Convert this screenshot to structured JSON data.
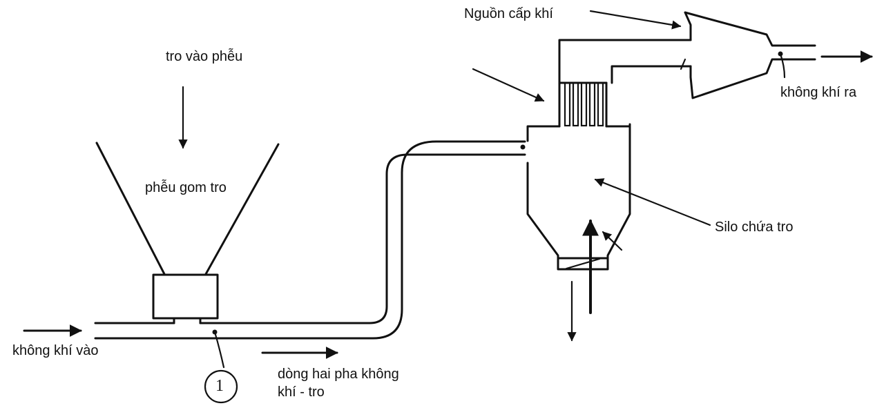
{
  "labels": {
    "ash_into_hopper": "tro vào phễu",
    "ash_hopper": "phễu gom tro",
    "air_in": "không khí vào",
    "two_phase_line1": "dòng hai pha không",
    "two_phase_line2": "khí - tro",
    "air_supply": "Nguồn cấp khí",
    "air_out": "không khí ra",
    "ash_silo": "Silo chứa tro",
    "point_number": "1"
  }
}
